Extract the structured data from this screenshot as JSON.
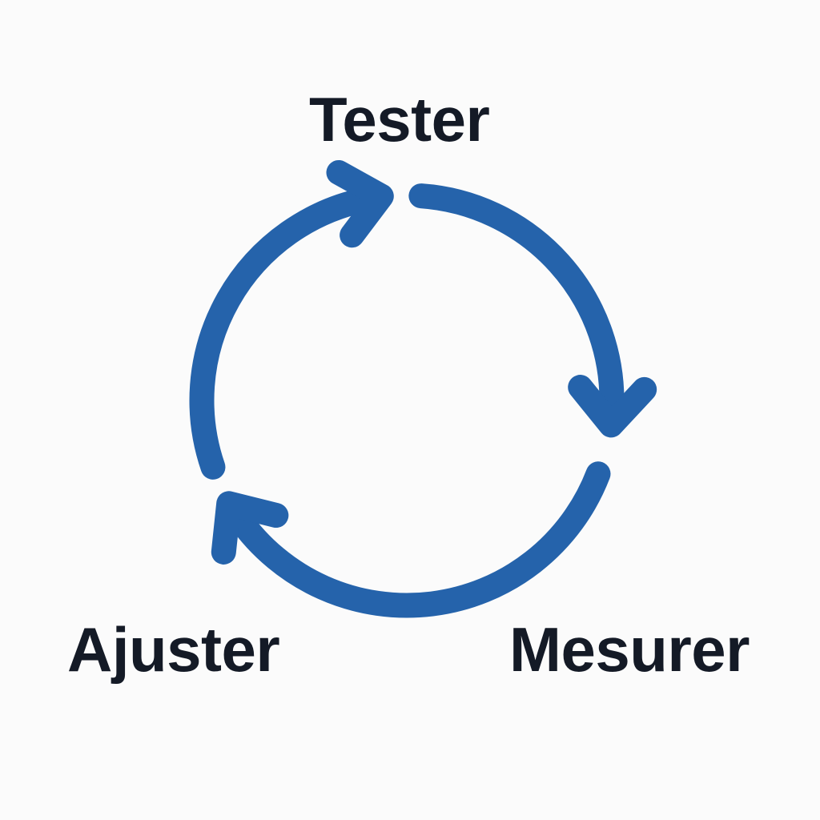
{
  "diagram": {
    "type": "cycle",
    "direction": "clockwise",
    "accent_color": "#2563ab",
    "text_color": "#141a26",
    "background_color": "#fbfbfb",
    "steps": [
      {
        "label": "Tester",
        "position": "top"
      },
      {
        "label": "Mesurer",
        "position": "bottom-right"
      },
      {
        "label": "Ajuster",
        "position": "bottom-left"
      }
    ],
    "arrows": [
      {
        "from": "Ajuster",
        "to": "Tester",
        "icon": "arrowhead-icon"
      },
      {
        "from": "Tester",
        "to": "Mesurer",
        "icon": "arrowhead-icon"
      },
      {
        "from": "Mesurer",
        "to": "Ajuster",
        "icon": "arrowhead-icon"
      }
    ]
  }
}
